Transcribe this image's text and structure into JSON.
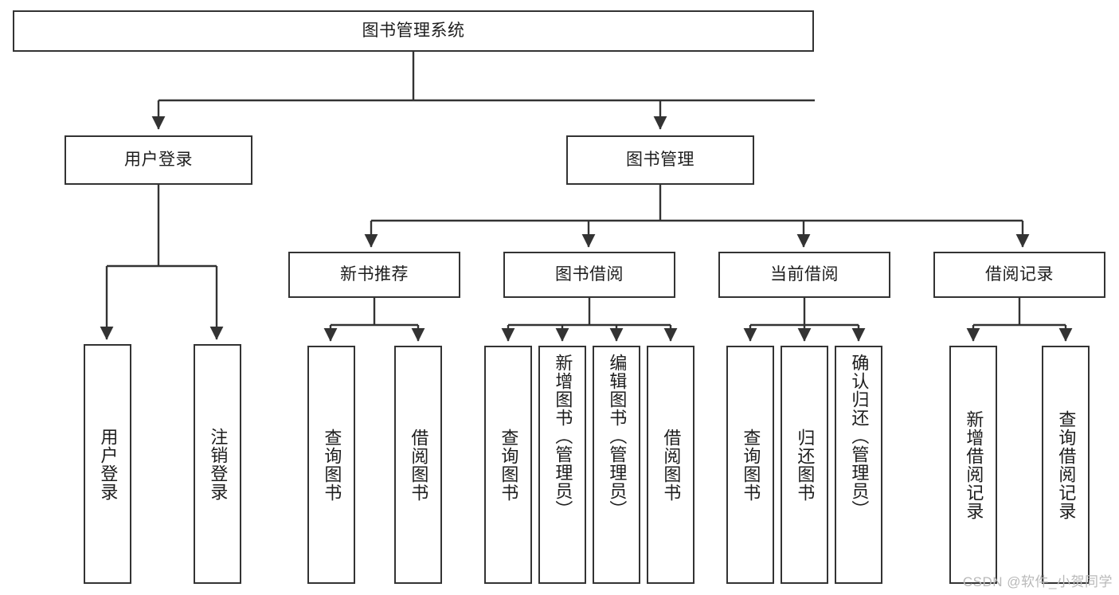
{
  "diagram": {
    "title_node": {
      "label": "图书管理系统"
    },
    "level2": [
      {
        "id": "user-login",
        "label": "用户登录"
      },
      {
        "id": "book-management",
        "label": "图书管理"
      }
    ],
    "level3": [
      {
        "id": "new-book-recommend",
        "label": "新书推荐"
      },
      {
        "id": "book-borrow",
        "label": "图书借阅"
      },
      {
        "id": "current-borrow",
        "label": "当前借阅"
      },
      {
        "id": "borrow-record",
        "label": "借阅记录"
      }
    ],
    "leaves": [
      {
        "id": "leaf-user-login",
        "label": "用户登录",
        "parent": "user-login"
      },
      {
        "id": "leaf-logout",
        "label": "注销登录",
        "parent": "user-login"
      },
      {
        "id": "leaf-query-book-1",
        "label": "查询图书",
        "parent": "new-book-recommend"
      },
      {
        "id": "leaf-borrow-book-1",
        "label": "借阅图书",
        "parent": "new-book-recommend"
      },
      {
        "id": "leaf-query-book-2",
        "label": "查询图书",
        "parent": "book-borrow"
      },
      {
        "id": "leaf-add-book",
        "label": "新增图书（管理员）",
        "parent": "book-borrow"
      },
      {
        "id": "leaf-edit-book",
        "label": "编辑图书（管理员）",
        "parent": "book-borrow"
      },
      {
        "id": "leaf-borrow-book-2",
        "label": "借阅图书",
        "parent": "book-borrow"
      },
      {
        "id": "leaf-query-book-3",
        "label": "查询图书",
        "parent": "current-borrow"
      },
      {
        "id": "leaf-return-book",
        "label": "归还图书",
        "parent": "current-borrow"
      },
      {
        "id": "leaf-confirm-return",
        "label": "确认归还（管理员）",
        "parent": "current-borrow"
      },
      {
        "id": "leaf-add-record",
        "label": "新增借阅记录",
        "parent": "borrow-record"
      },
      {
        "id": "leaf-query-record",
        "label": "查询借阅记录",
        "parent": "borrow-record"
      }
    ],
    "watermark": "CSDN @软件_小贺同学",
    "colors": {
      "stroke": "#333333",
      "background": "#ffffff",
      "text": "#1d1d1d",
      "watermark": "#b9b9b9"
    }
  }
}
